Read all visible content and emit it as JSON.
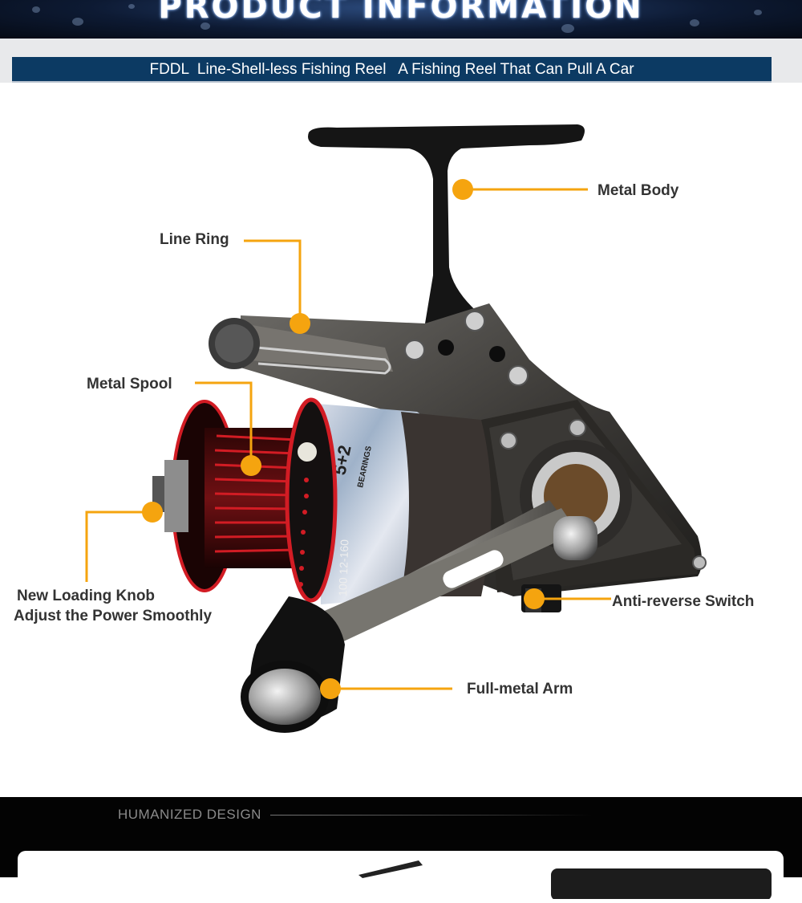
{
  "banner": {
    "title": "PRODUCT INFORMATION",
    "subtitle": "FDDL  Line-Shell-less Fishing Reel   A Fishing Reel That Can Pull A Car"
  },
  "callouts": {
    "metal_body": "Metal Body",
    "line_ring": "Line Ring",
    "metal_spool": "Metal Spool",
    "loading_knob_line1": "New Loading Knob",
    "loading_knob_line2": "Adjust the Power Smoothly",
    "anti_reverse": "Anti-reverse Switch",
    "full_metal_arm": "Full-metal Arm"
  },
  "reel_markings": {
    "bearings": "5+2",
    "bearings_label": "BEARINGS",
    "spec": "100  12-160"
  },
  "section": {
    "heading": "HUMANIZED DESIGN"
  },
  "colors": {
    "callout_accent": "#f5a40f",
    "banner_bar": "#0c3a63",
    "spool_red": "#d21c24"
  }
}
